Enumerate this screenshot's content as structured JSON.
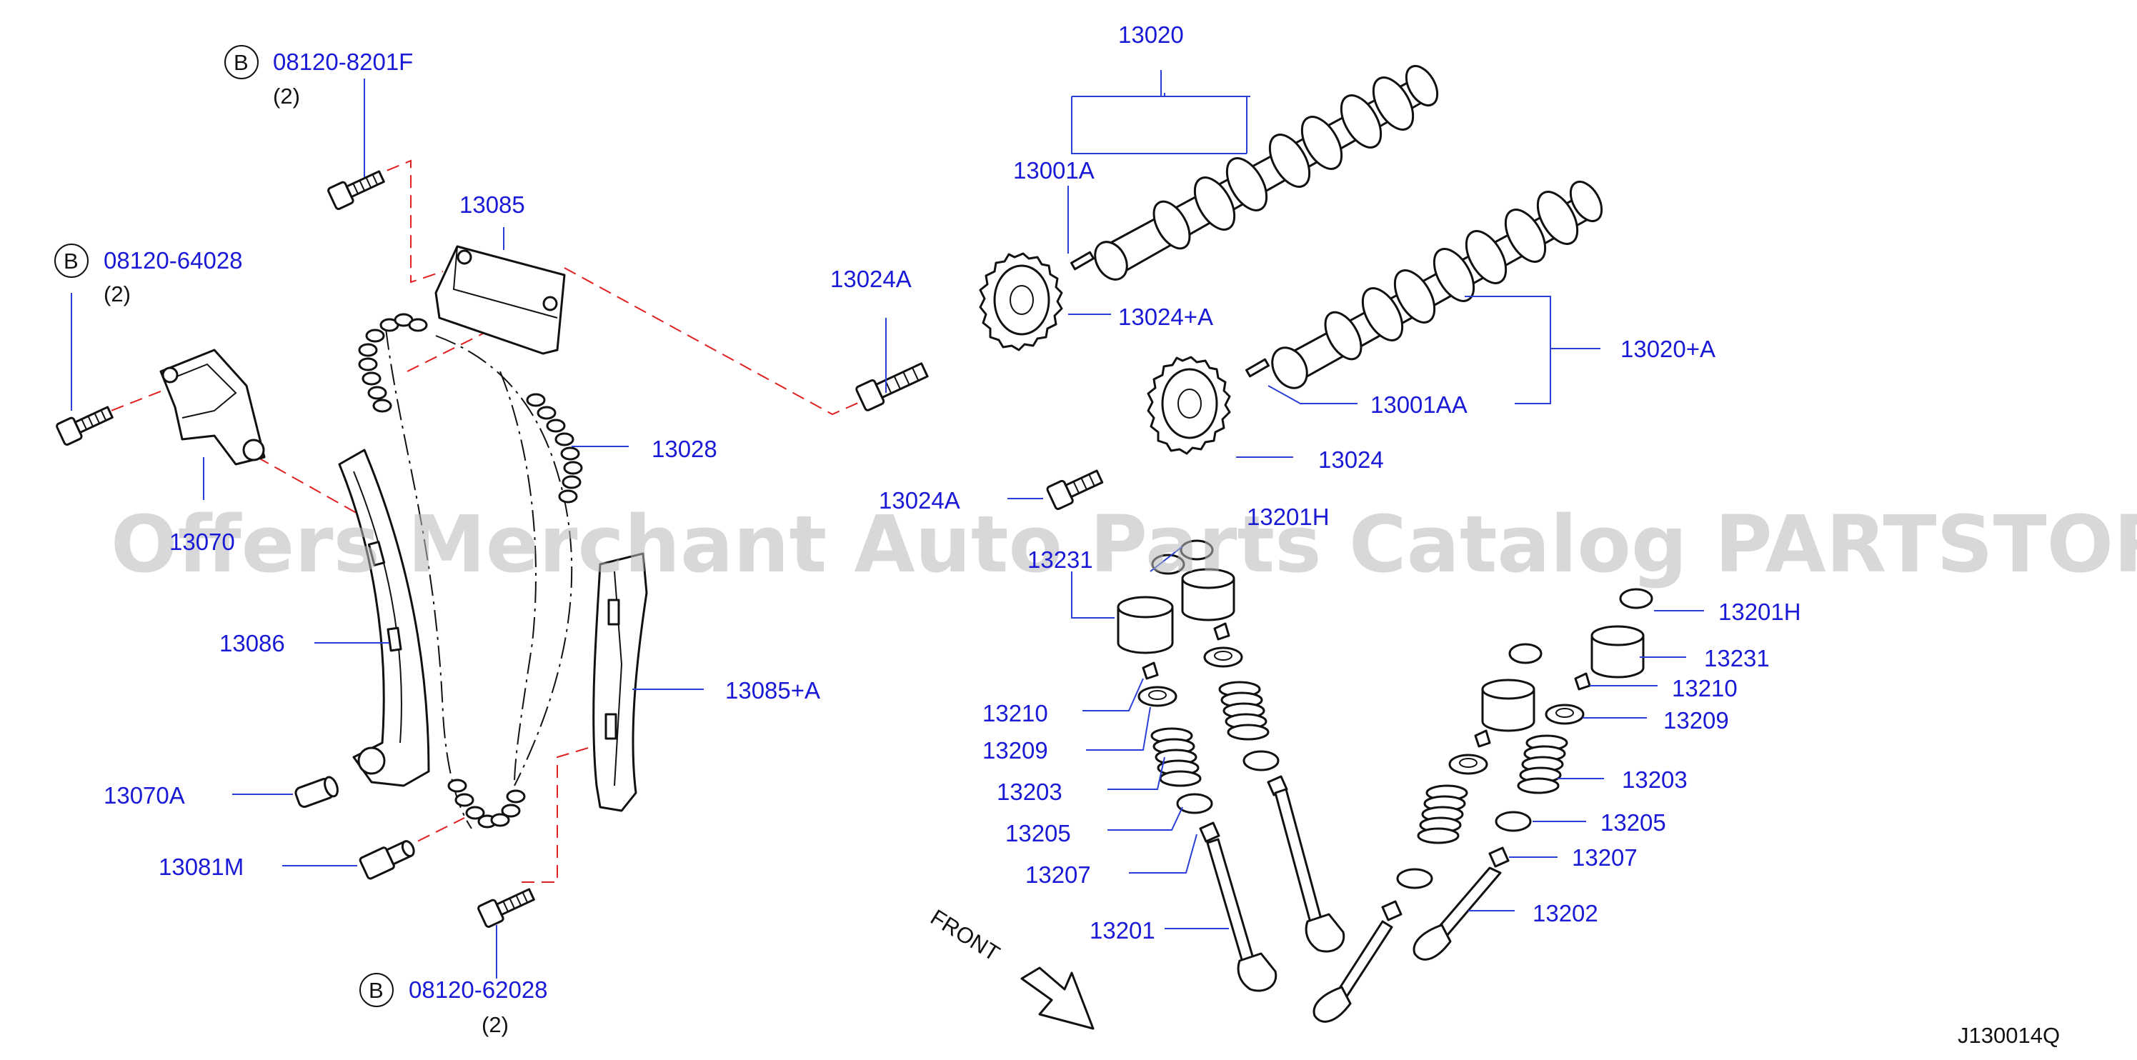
{
  "diagram_code": "J130014Q",
  "watermark": "Offers Merchant Auto Parts Catalog PARTSTORE.SA",
  "front_label": "FRONT",
  "circle_letter": "B",
  "bolts": [
    {
      "id": "b1",
      "part": "08120-8201F",
      "qty": "(2)"
    },
    {
      "id": "b2",
      "part": "08120-64028",
      "qty": "(2)"
    },
    {
      "id": "b3",
      "part": "08120-62028",
      "qty": "(2)"
    }
  ],
  "labels": {
    "p13020": "13020",
    "p13001A": "13001A",
    "p13024pA": "13024+A",
    "p13020pA": "13020+A",
    "p13001AA": "13001AA",
    "p13024": "13024",
    "p13024A_top": "13024A",
    "p13024A_mid": "13024A",
    "p13085": "13085",
    "p13028": "13028",
    "p13070": "13070",
    "p13086": "13086",
    "p13085pA": "13085+A",
    "p13070A": "13070A",
    "p13081M": "13081M",
    "p13201H_l": "13201H",
    "p13231_l": "13231",
    "p13210_l": "13210",
    "p13209_l": "13209",
    "p13203_l": "13203",
    "p13205_l": "13205",
    "p13207_l": "13207",
    "p13201": "13201",
    "p13201H_r": "13201H",
    "p13231_r": "13231",
    "p13210_r": "13210",
    "p13209_r": "13209",
    "p13203_r": "13203",
    "p13205_r": "13205",
    "p13207_r": "13207",
    "p13202": "13202"
  }
}
